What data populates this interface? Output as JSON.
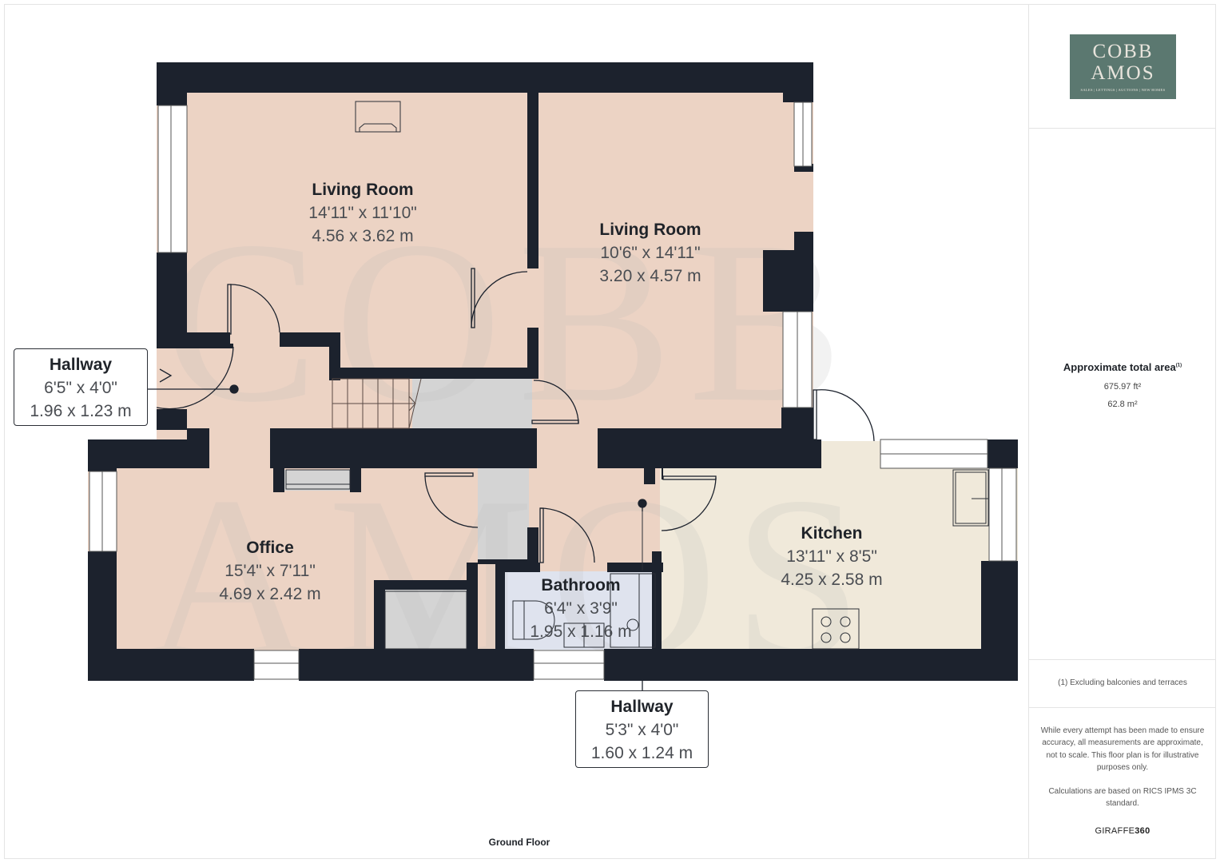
{
  "brand": {
    "logo_line1": "COBB",
    "logo_line2": "AMOS",
    "logo_tagline": "SALES | LETTINGS | AUCTIONS | NEW HOMES",
    "logo_bg": "#5b7870",
    "watermark_line1": "COBB",
    "watermark_line2": "AMOS"
  },
  "summary": {
    "title": "Approximate total area",
    "title_sup": "(1)",
    "area_ft": "675.97 ft²",
    "area_m": "62.8 m²",
    "footnote": "(1) Excluding balconies and terraces",
    "disclaimer": "While every attempt has been made to ensure accuracy, all measurements are approximate, not to scale. This floor plan is for illustrative purposes only.",
    "calc_note": "Calculations are based on RICS IPMS 3C standard.",
    "provider_prefix": "GIRAFFE",
    "provider_suffix": "360"
  },
  "floor": {
    "label": "Ground Floor",
    "colors": {
      "wall": "#1c222d",
      "living": "#ecd3c4",
      "kitchen": "#f0e9da",
      "bathroom": "#dfe3ee",
      "storage": "#d4d4d4",
      "window": "#ffffff"
    },
    "rooms": [
      {
        "name": "Living Room",
        "imperial": "14'11\" x 11'10\"",
        "metric": "4.56 x 3.62 m"
      },
      {
        "name": "Living Room",
        "imperial": "10'6\" x 14'11\"",
        "metric": "3.20 x 4.57 m"
      },
      {
        "name": "Hallway",
        "imperial": "6'5\" x 4'0\"",
        "metric": "1.96 x 1.23 m"
      },
      {
        "name": "Office",
        "imperial": "15'4\" x 7'11\"",
        "metric": "4.69 x 2.42 m"
      },
      {
        "name": "Bathroom",
        "imperial": "6'4\" x 3'9\"",
        "metric": "1.95 x 1.16 m"
      },
      {
        "name": "Kitchen",
        "imperial": "13'11\" x 8'5\"",
        "metric": "4.25 x 2.58 m"
      },
      {
        "name": "Hallway",
        "imperial": "5'3\" x 4'0\"",
        "metric": "1.60 x 1.24 m"
      }
    ]
  }
}
